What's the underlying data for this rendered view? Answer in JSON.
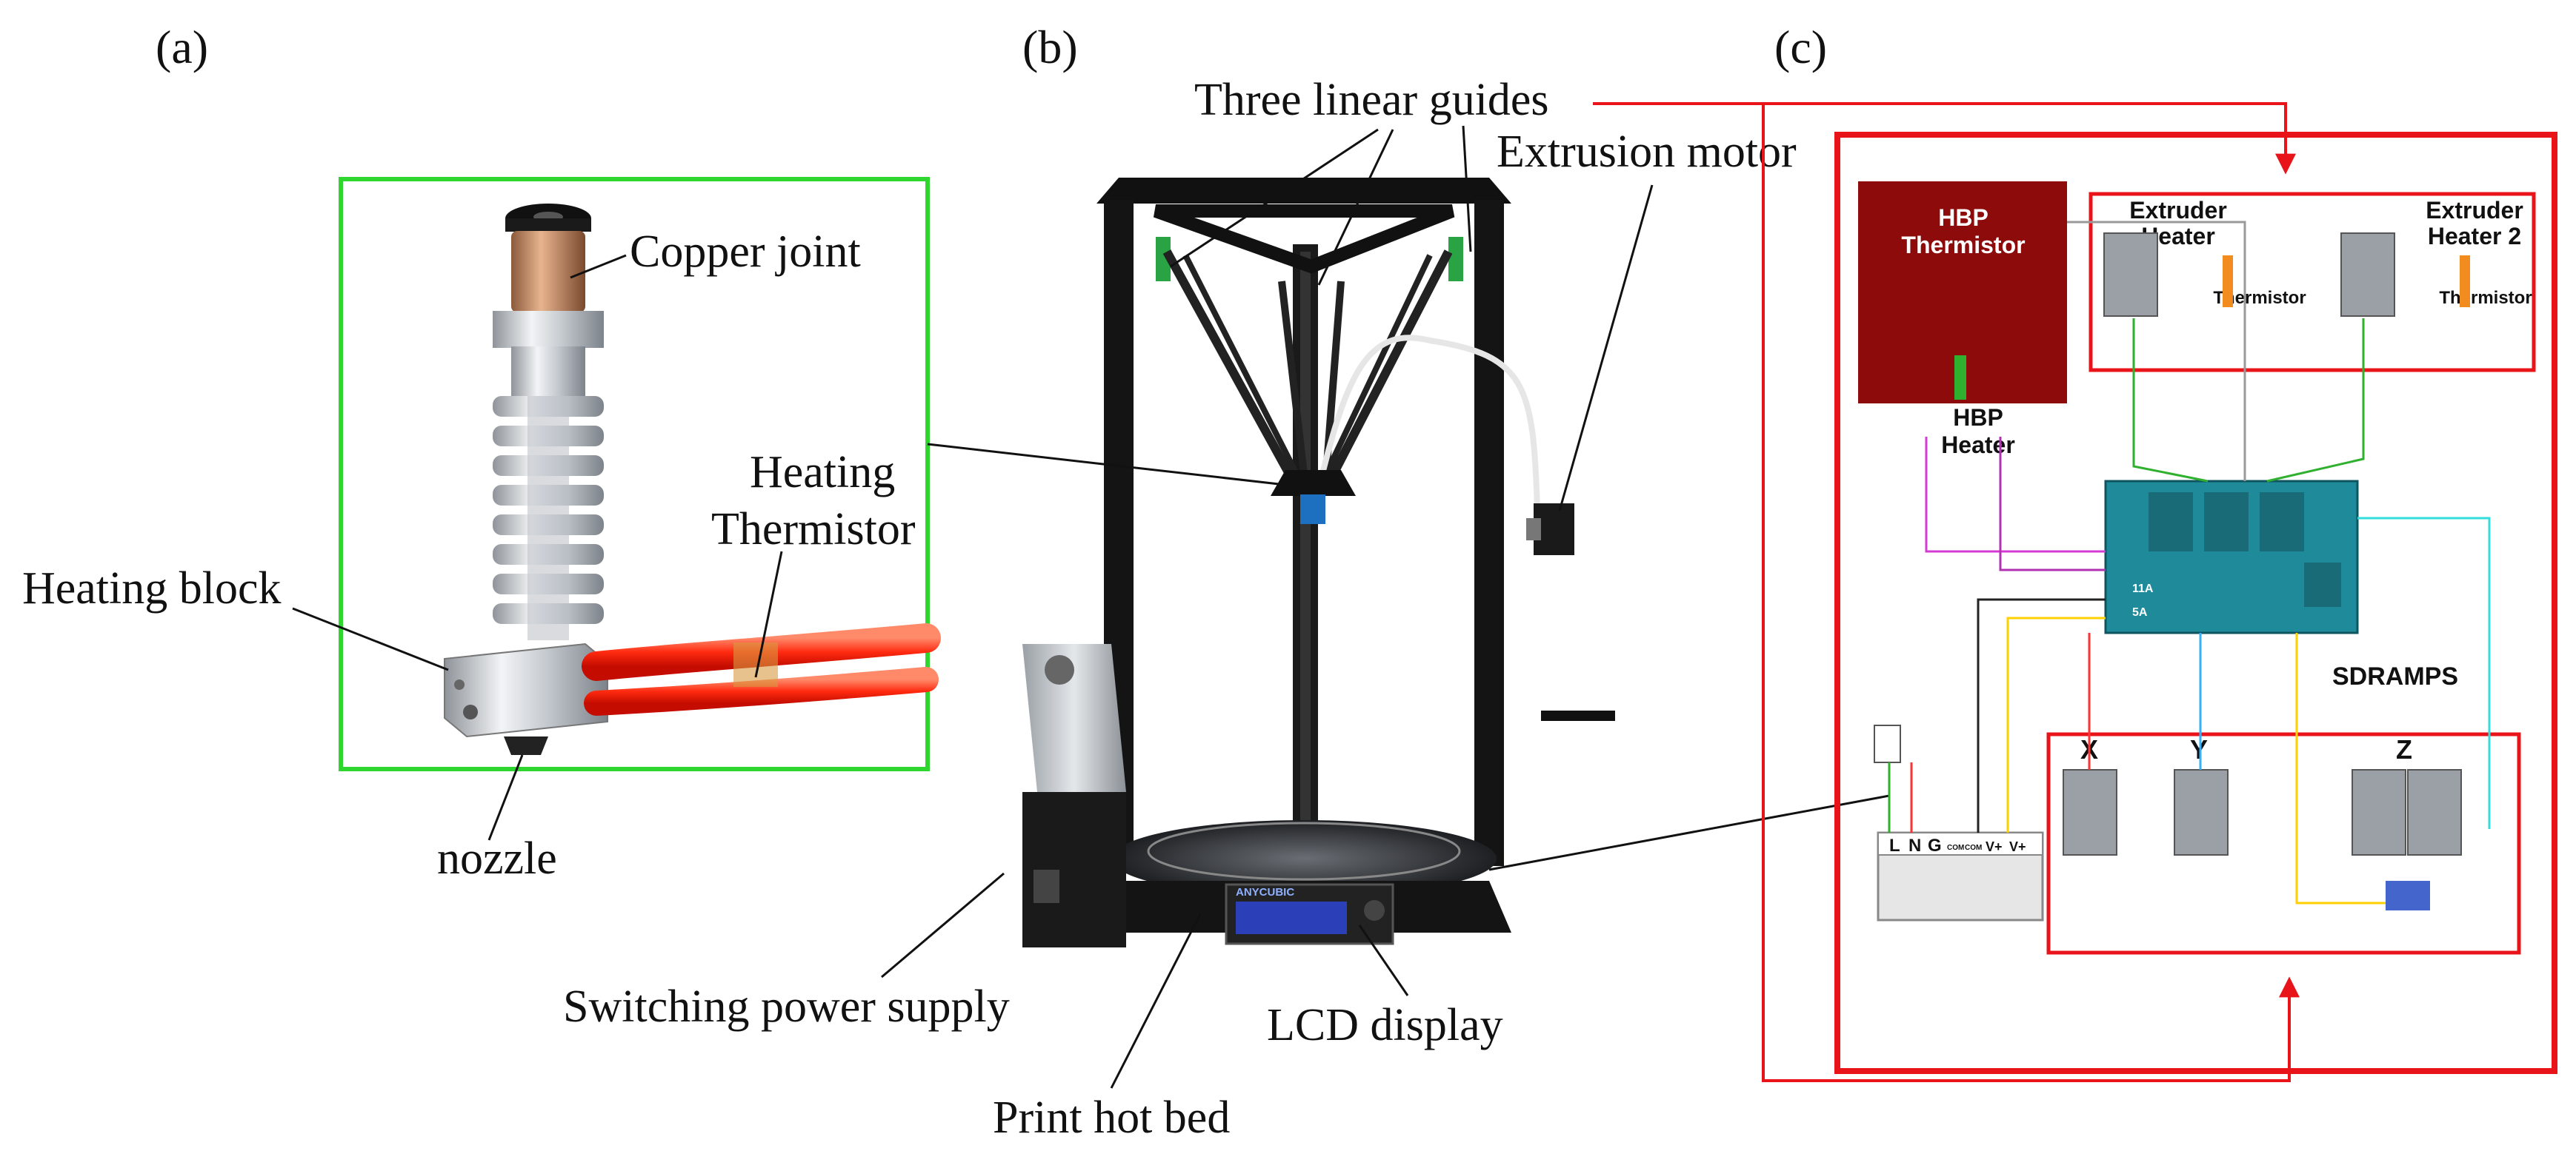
{
  "panels": {
    "a": "(a)",
    "b": "(b)",
    "c": "(c)"
  },
  "labels_a": {
    "copper_joint": "Copper joint",
    "heating_1": "Heating",
    "heating_2": "Thermistor",
    "heating_block": "Heating block",
    "nozzle": "nozzle"
  },
  "labels_b": {
    "three_linear_guides": "Three linear guides",
    "extrusion_motor": "Extrusion motor",
    "switching_power_supply": "Switching power supply",
    "lcd_display": "LCD display",
    "print_hot_bed": "Print hot bed",
    "printer_brand": "ANYCUBIC"
  },
  "labels_c": {
    "hbp_thermistor_1": "HBP",
    "hbp_thermistor_2": "Thermistor",
    "hbp_heater_1": "HBP",
    "hbp_heater_2": "Heater",
    "extruder_heater_1": "Extruder",
    "extruder_heater_2": "Heater",
    "extruder_heater2_1": "Extruder",
    "extruder_heater2_2": "Heater 2",
    "thermistor_1": "Thermistor",
    "thermistor_2": "Thermistor",
    "axis_x": "X",
    "axis_y": "Y",
    "axis_z": "Z",
    "board": "SDRAMPS",
    "psu_l": "L",
    "psu_n": "N",
    "psu_g": "G",
    "psu_com1": "COM",
    "psu_com2": "COM",
    "psu_v1": "V+",
    "psu_v2": "V+",
    "pin_11a": "11A",
    "pin_5a": "5A"
  },
  "colors": {
    "frame_green": "#2fd62f",
    "frame_red": "#e8141a",
    "hbp_board": "#8e0b0b",
    "ramps_board": "#1f8a9a",
    "wire_red": "#ff3333"
  }
}
